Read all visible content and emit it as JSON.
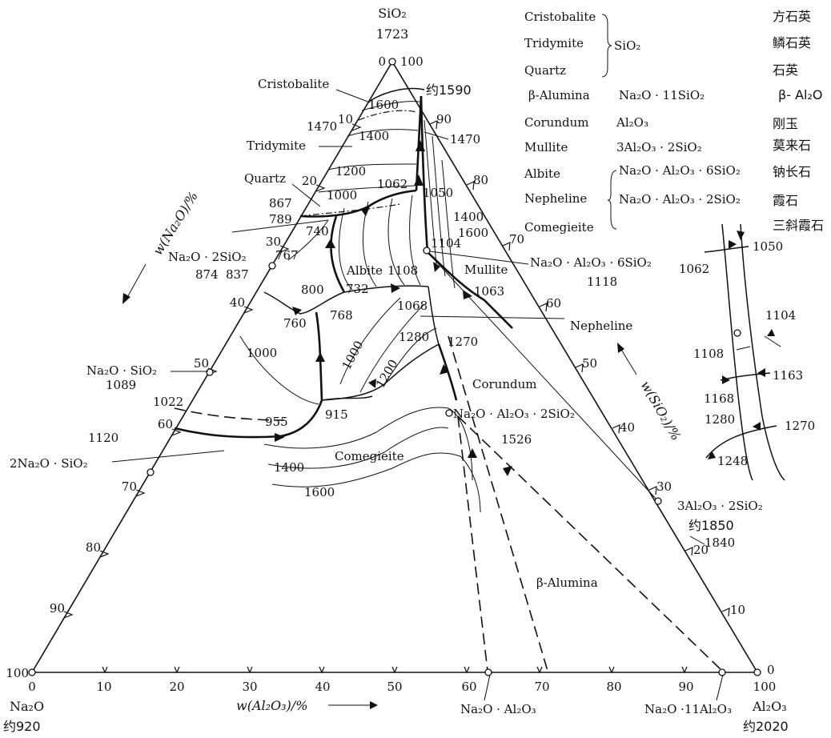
{
  "vertices": {
    "sio2": {
      "formula": "SiO₂",
      "temp": "1723"
    },
    "na2o": {
      "formula": "Na₂O",
      "temp": "约920"
    },
    "al2o3": {
      "formula": "Al₂O₃",
      "temp": "约2020"
    }
  },
  "axes": {
    "na2o_label": "w(Na₂O)/%",
    "al2o3_label": "w(Al₂O₃)/%",
    "sio2_label": "w(SiO₂)/%",
    "left_ticks": [
      "0",
      "10",
      "20",
      "30",
      "40",
      "50",
      "60",
      "70",
      "80",
      "90",
      "100"
    ],
    "bottom_ticks": [
      "0",
      "10",
      "20",
      "30",
      "40",
      "50",
      "60",
      "70",
      "80",
      "90",
      "100"
    ],
    "right_ticks": [
      "100",
      "90",
      "80",
      "70",
      "60",
      "50",
      "40",
      "30",
      "20",
      "10",
      "0"
    ]
  },
  "legend": {
    "sio2_group_label": "SiO₂",
    "rows": [
      {
        "en": "Cristobalite",
        "formula": "",
        "cn": "方石英"
      },
      {
        "en": "Tridymite",
        "formula": "",
        "cn": "鳞石英"
      },
      {
        "en": "Quartz",
        "formula": "",
        "cn": "石英"
      },
      {
        "en": "β-Alumina",
        "formula": "Na₂O · 11SiO₂",
        "cn": "β- Al₂O"
      },
      {
        "en": "Corundum",
        "formula": "Al₂O₃",
        "cn": "刚玉"
      },
      {
        "en": "Mullite",
        "formula": "3Al₂O₃ · 2SiO₂",
        "cn": "莫来石"
      },
      {
        "en": "Albite",
        "formula": "Na₂O · Al₂O₃ · 6SiO₂",
        "cn": "钠长石"
      },
      {
        "en": "Nepheline",
        "formula": "Na₂O · Al₂O₃ · 2SiO₂",
        "cn": "霞石"
      },
      {
        "en": "Comegieite",
        "formula": "",
        "cn": "三斜霞石"
      }
    ]
  },
  "phases": {
    "cristobalite": "Cristobalite",
    "tridymite": "Tridymite",
    "quartz": "Quartz",
    "albite": "Albite",
    "mullite": "Mullite",
    "nepheline": "Nepheline",
    "corundum": "Corundum",
    "comegieite": "Comegieite",
    "beta_alumina": "β-Alumina"
  },
  "compounds": {
    "ns2": {
      "formula": "Na₂O · 2SiO₂",
      "temp": "874"
    },
    "ns": {
      "formula": "Na₂O · SiO₂",
      "temp": "1089"
    },
    "n2s": {
      "formula": "2Na₂O · SiO₂",
      "temp": "1120"
    },
    "albite": {
      "formula": "Na₂O · Al₂O₃ · 6SiO₂",
      "temp": "1118"
    },
    "nepheline": {
      "formula": "Na₂O · Al₂O₃ · 2SiO₂",
      "temp": "1526"
    },
    "mullite": {
      "formula": "3Al₂O₃ · 2SiO₂",
      "temp": "约1850"
    },
    "mullite_temp2": "1840",
    "na": {
      "formula": "Na₂O · Al₂O₃"
    },
    "n11a": {
      "formula": "Na₂O ·11Al₂O₃"
    }
  },
  "temps": {
    "t1590": "约1590",
    "t1600a": "1600",
    "t1470a": "1470",
    "t1470b": "1470",
    "t1400a": "1400",
    "t1200a": "1200",
    "t1062": "1062",
    "t1000a": "1000",
    "t867": "867",
    "t789": "789",
    "t740": "740",
    "t767": "767",
    "t837": "837",
    "t800": "800",
    "t1050": "1050",
    "t1400b": "1400",
    "t1600b": "1600",
    "t1104": "1104",
    "t1108": "1108",
    "t732": "732",
    "t768": "768",
    "t760": "760",
    "t1063": "1063",
    "t1068": "1068",
    "t1000b": "1000",
    "t1000c": "1000",
    "t1280": "1280",
    "t1270": "1270",
    "t1200b": "1200",
    "t1022": "1022",
    "t955": "955",
    "t915": "915",
    "t1400c": "1400",
    "t1600c": "1600"
  },
  "inset": {
    "t1050": "1050",
    "t1062": "1062",
    "t1104": "1104",
    "t1108": "1108",
    "t1163": "1163",
    "t1168": "1168",
    "t1280": "1280",
    "t1270": "1270",
    "t1248": "1248"
  }
}
